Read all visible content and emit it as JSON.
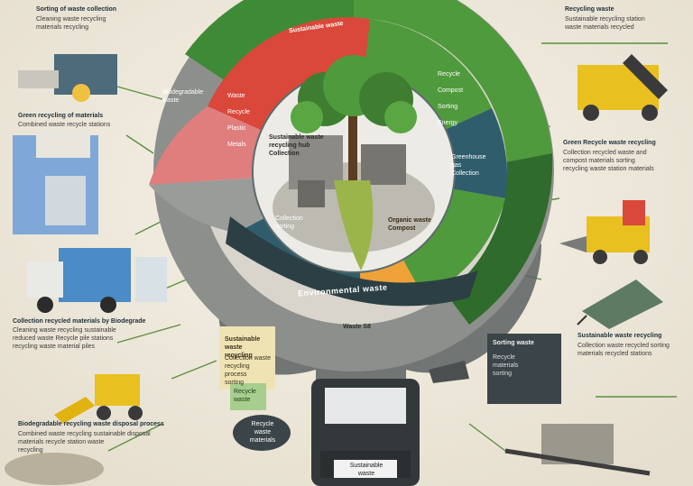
{
  "colors": {
    "background": "#efe9dc",
    "green": "#4f9a3c",
    "dark_green": "#2f6b2c",
    "red": "#d9483a",
    "pink": "#e07e7e",
    "orange": "#f0a23a",
    "teal": "#2f5d6b",
    "gray": "#8d8f8c",
    "dark": "#3d4447",
    "yellow": "#e8c020"
  },
  "ring": {
    "banner_text": "Environmental waste",
    "bottom_label": "Waste S8"
  },
  "center": {
    "tree_icon": "tree-icon",
    "caption": "Sustainable waste\nrecycling hub\nCollection"
  },
  "segments": [
    {
      "key": "top_red",
      "label": "Sustainable waste"
    },
    {
      "key": "left_red",
      "label": "Biodegradable\nwaste"
    },
    {
      "key": "left_items",
      "label": "Waste\n\nRecycle\n\nPlastic\n\nMetals"
    },
    {
      "key": "right_green",
      "label": "Recycle\n\nCompost\n\nSorting\n\nEnergy"
    },
    {
      "key": "orange",
      "label": "Organic waste\nCompost"
    },
    {
      "key": "teal",
      "label": "Collection\nsorting"
    },
    {
      "key": "right_teal",
      "label": "Greenhouse\ngas\nCollection"
    }
  ],
  "left_callouts": [
    {
      "title": "Sorting of waste collection",
      "body": "Cleaning waste recycling\nmaterials recycling"
    },
    {
      "title": "Green recycling of materials",
      "body": "Combined waste recycle stations"
    },
    {
      "title": "Collection recycled materials by Biodegrade",
      "body": "Cleaning waste recycling sustainable\nreduced waste Recycle pile stations\nrecycling waste material piles"
    },
    {
      "title": "Biodegradable recycling waste disposal process",
      "body": "Combined waste recycling sustainable disposal\nmaterials recycle station waste\nrecycling"
    }
  ],
  "right_callouts": [
    {
      "title": "Recycling waste",
      "body": "Sustainable recycling station\nwaste materials recycled"
    },
    {
      "title": "Green Recycle waste recycling",
      "body": "Collection recycled waste and\ncompost materials sorting\nrecycling waste station materials"
    },
    {
      "title": "Sustainable waste recycling",
      "body": "Collection waste recycled sorting\nmaterials recycled stations"
    }
  ],
  "sign_boxes": [
    {
      "title": "Sustainable waste\nrecycling",
      "body": "Collection waste\nrecycling process\nsorting"
    },
    {
      "title": "Sorting waste",
      "body": "Recycle\nmaterials\nsorting"
    }
  ],
  "bubble": {
    "text": "Recycle\nwaste\nmaterials"
  },
  "small_label": {
    "text": "Recycle\nwaste"
  },
  "truck_label": {
    "text": "Sustainable\nwaste"
  },
  "icons": [
    "truck-icon",
    "container-icon",
    "excavator-icon",
    "bin-icon",
    "shredder-icon",
    "conveyor-icon"
  ]
}
